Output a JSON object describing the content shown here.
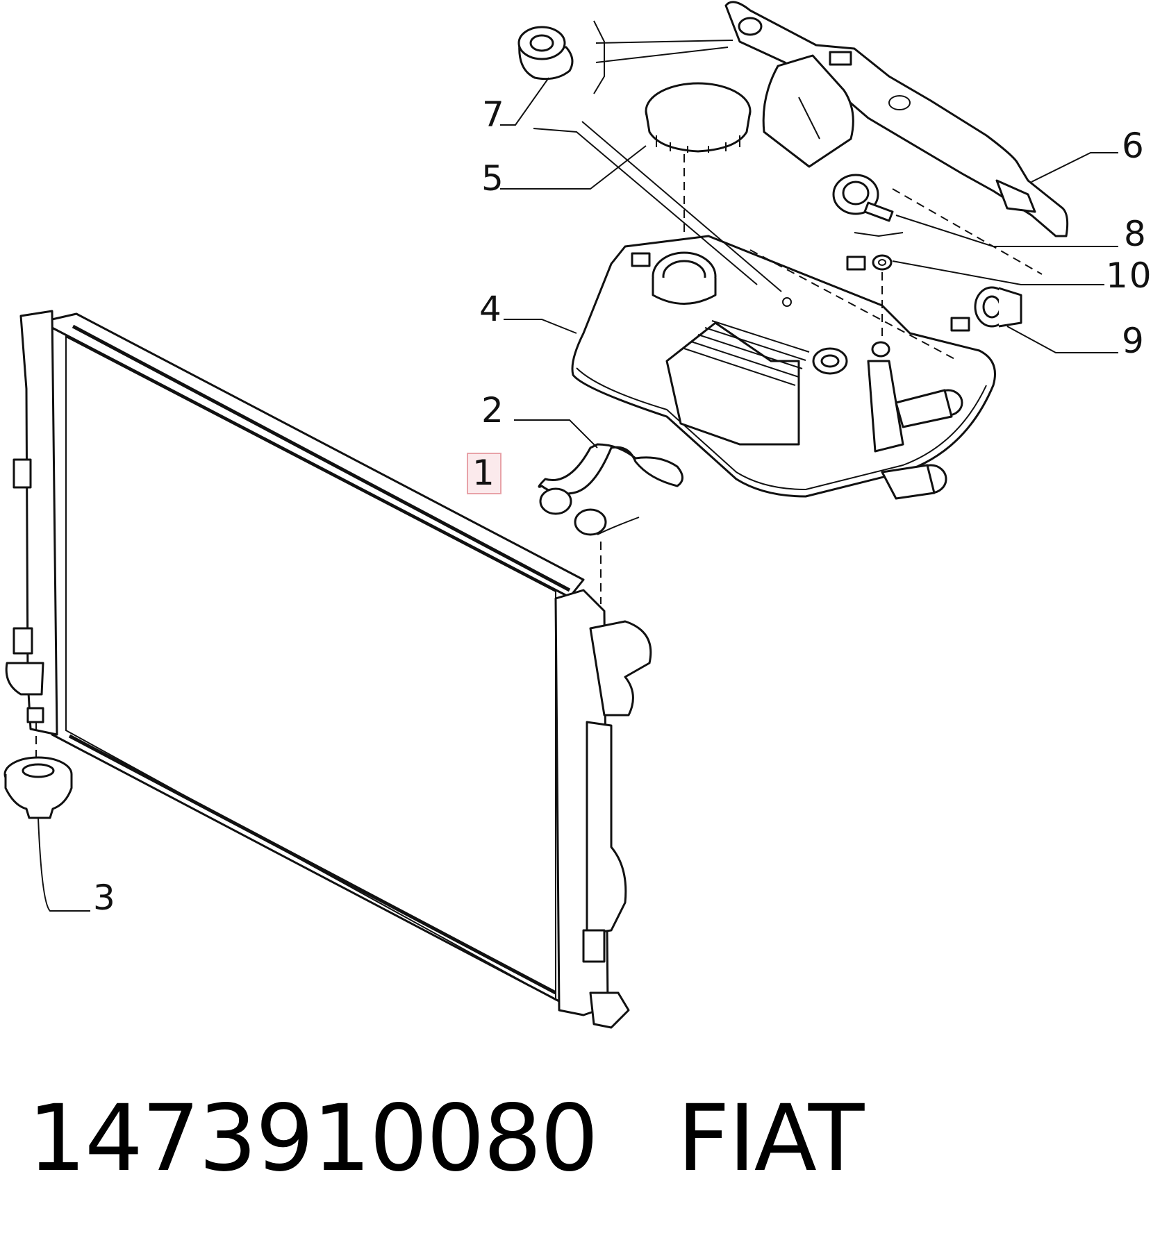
{
  "callouts": {
    "c1": "1",
    "c2": "2",
    "c3": "3",
    "c4": "4",
    "c5": "5",
    "c6": "6",
    "c7": "7",
    "c8": "8",
    "c9": "9",
    "c10": "10"
  },
  "highlighted_callout": "1",
  "highlight_color": "#e8a2a8",
  "footer": {
    "part_number": "1473910080",
    "brand": "FIAT"
  }
}
